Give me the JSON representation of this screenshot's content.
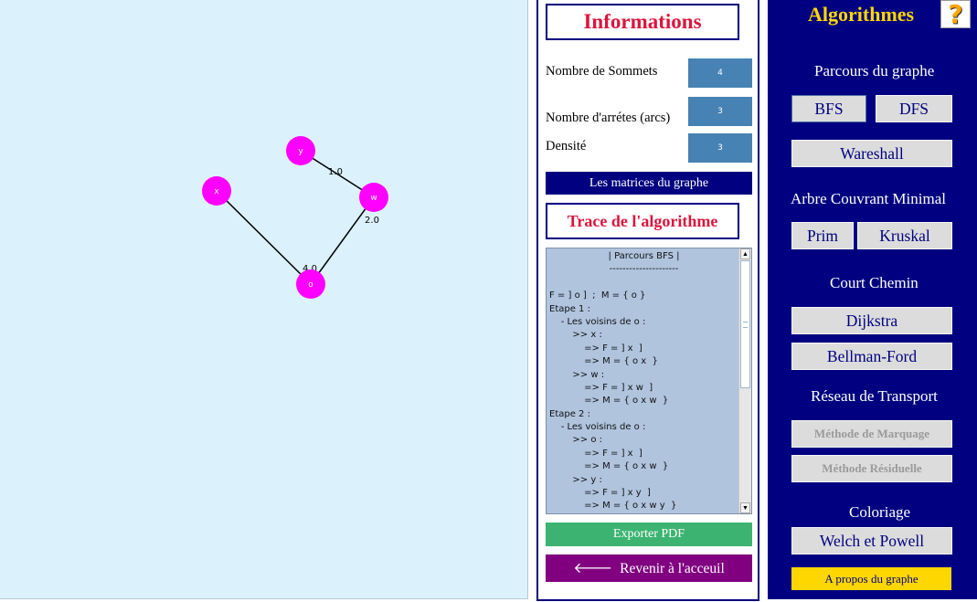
{
  "graph": {
    "nodes": [
      {
        "id": "y",
        "label": "y"
      },
      {
        "id": "x",
        "label": "x"
      },
      {
        "id": "w",
        "label": "w"
      },
      {
        "id": "o",
        "label": "o"
      }
    ],
    "edges": [
      {
        "from": "y",
        "to": "w",
        "weight": "1.0"
      },
      {
        "from": "x",
        "to": "o",
        "weight": "4.0"
      },
      {
        "from": "w",
        "to": "o",
        "weight": "2.0"
      }
    ],
    "colors": {
      "background": "#dbf2fc",
      "node": "#ff00ff",
      "edge": "#000000"
    }
  },
  "info": {
    "title": "Informations",
    "stats": [
      {
        "label": "Nombre de Sommets",
        "value": "4"
      },
      {
        "label": "Nombre d'arrétes (arcs)",
        "value": "3"
      },
      {
        "label": "Densité",
        "value": "3"
      }
    ],
    "matrices_button": "Les matrices du graphe",
    "trace_title": "Trace de l'algorithme",
    "trace_lines": [
      "| Parcours BFS |",
      "---------------------",
      "",
      "F = ] o ]  ;  M = { o }",
      "Etape 1 :",
      "    - Les voisins de o :",
      "        >> x :",
      "            => F = ] x  ]",
      "            => M = { o x  }",
      "        >> w :",
      "            => F = ] x w  ]",
      "            => M = { o x w  }",
      "Etape 2 :",
      "    - Les voisins de o :",
      "        >> o :",
      "            => F = ] x  ]",
      "            => M = { o x w  }",
      "        >> y :",
      "            => F = ] x y  ]",
      "            => M = { o x w y  }"
    ],
    "export_button": "Exporter PDF",
    "home_button": "Revenir à l'acceuil",
    "colors": {
      "border": "#000080",
      "title": "#dc143c",
      "stat_value_bg": "#4682b4",
      "trace_bg": "#b0c4de",
      "export_bg": "#3cb371",
      "home_bg": "#800080"
    }
  },
  "algorithms": {
    "title": "Algorithmes",
    "help_label": "?",
    "sections": {
      "traversal": "Parcours du graphe",
      "mst": "Arbre Couvrant Minimal",
      "shortest": "Court Chemin",
      "network": "Réseau de Transport",
      "coloring": "Coloriage"
    },
    "buttons": {
      "bfs": "BFS",
      "dfs": "DFS",
      "warshall": "Wareshall",
      "prim": "Prim",
      "kruskal": "Kruskal",
      "dijkstra": "Dijkstra",
      "bellman_ford": "Bellman-Ford",
      "marking": "Méthode de Marquage",
      "residual": "Méthode Résiduelle",
      "welsh_powell": "Welch et Powell",
      "about": "A propos du graphe"
    },
    "colors": {
      "panel_bg": "#000080",
      "title": "#ffd700",
      "button_bg": "#dcdcdc",
      "about_bg": "#ffd700"
    }
  }
}
